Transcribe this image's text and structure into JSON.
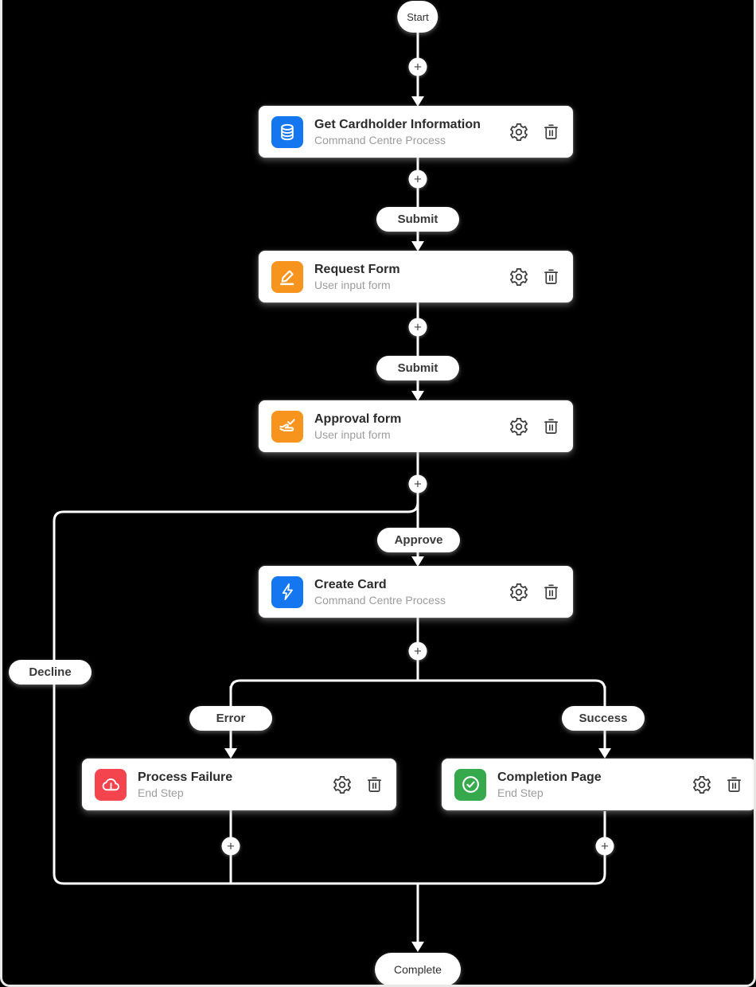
{
  "canvas": {
    "background": "#000000",
    "border_color": "#E9E9E7",
    "line_color": "#FFFFFF"
  },
  "terminals": {
    "start_label": "Start",
    "complete_label": "Complete"
  },
  "edge_labels": {
    "submit_1": "Submit",
    "submit_2": "Submit",
    "approve": "Approve",
    "decline": "Decline",
    "error": "Error",
    "success": "Success"
  },
  "controls": {
    "add_step_symbol": "+"
  },
  "nodes": [
    {
      "title": "Get Cardholder Information",
      "subtitle": "Command Centre Process",
      "icon": "database-icon",
      "icon_color": "#1577F0"
    },
    {
      "title": "Request Form",
      "subtitle": "User input form",
      "icon": "pencil-edit-icon",
      "icon_color": "#F7941E"
    },
    {
      "title": "Approval form",
      "subtitle": "User input form",
      "icon": "hand-check-icon",
      "icon_color": "#F7941E"
    },
    {
      "title": "Create Card",
      "subtitle": "Command Centre Process",
      "icon": "lightning-bolt-icon",
      "icon_color": "#1577F0"
    },
    {
      "title": "Process Failure",
      "subtitle": "End Step",
      "icon": "cloud-alert-icon",
      "icon_color": "#F4454F"
    },
    {
      "title": "Completion Page",
      "subtitle": "End Step",
      "icon": "check-circle-icon",
      "icon_color": "#36A94D"
    }
  ]
}
